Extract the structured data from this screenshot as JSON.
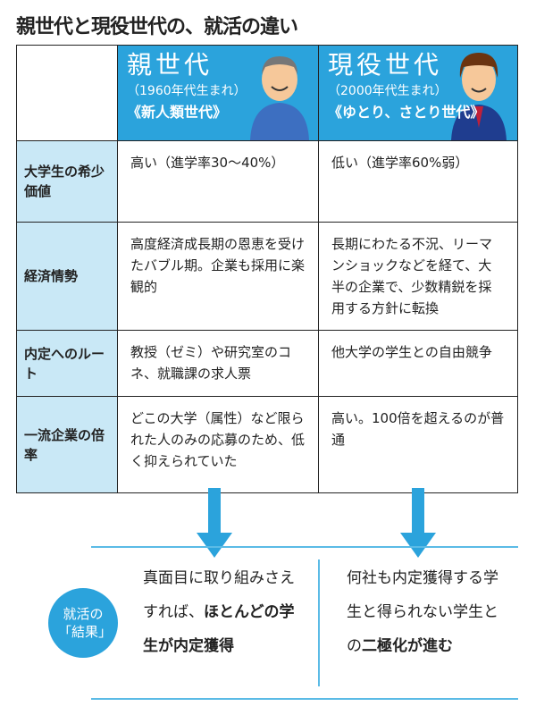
{
  "title": "親世代と現役世代の、就活の違い",
  "columns": [
    {
      "name": "親世代",
      "born": "（1960年代生まれ）",
      "tag": "《新人類世代》"
    },
    {
      "name": "現役世代",
      "born": "（2000年代生まれ）",
      "tag": "《ゆとり、さとり世代》"
    }
  ],
  "rows": [
    {
      "label": "大学生の希少価値",
      "parent": "高い（進学率30〜40%）",
      "current": "低い（進学率60%弱）"
    },
    {
      "label": "経済情勢",
      "parent": "高度経済成長期の恩恵を受けたバブル期。企業も採用に楽観的",
      "current": "長期にわたる不況、リーマンショックなどを経て、大半の企業で、少数精鋭を採用する方針に転換"
    },
    {
      "label": "内定へのルート",
      "parent": "教授（ゼミ）や研究室のコネ、就職課の求人票",
      "current": "他大学の学生との自由競争"
    },
    {
      "label": "一流企業の倍率",
      "parent": "どこの大学（属性）など限られた人のみの応募のため、低く抑えられていた",
      "current": "高い。100倍を超えるのが普通"
    }
  ],
  "result": {
    "label": "就活の「結果」",
    "parent_plain": "真面目に取り組みさえすれば、",
    "parent_bold": "ほとんどの学生が内定獲得",
    "current_plain": "何社も内定獲得する学生と得られない学生との",
    "current_bold": "二極化が進む"
  }
}
